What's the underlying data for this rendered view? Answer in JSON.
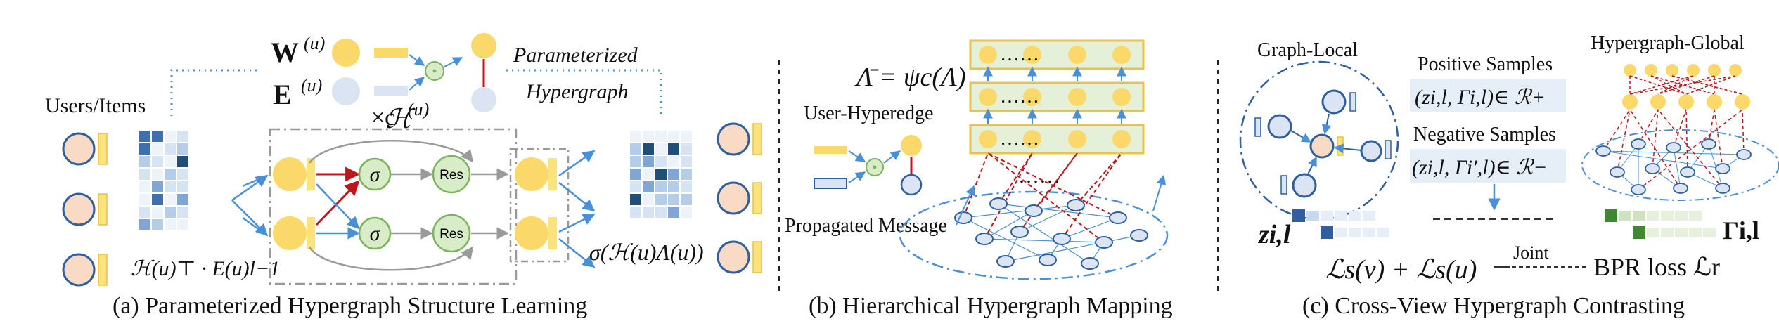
{
  "panels": {
    "a": {
      "caption": "(a) Parameterized Hypergraph Structure Learning",
      "users_items": "Users/Items",
      "w_label": "W",
      "e_label": "E",
      "sup_u": "(u)",
      "h_label": "ℋ",
      "times_c": "×c",
      "sigma": "σ",
      "res": "Res",
      "param_1": "Parameterized",
      "param_2": "Hypergraph",
      "formula_left": "ℋ(u)⊤ · E(u)l−1",
      "formula_right": "σ(ℋ(u)Λ(u))"
    },
    "b": {
      "caption": "(b) Hierarchical Hypergraph Mapping",
      "lambda_eq": "Λ̄ = ψc(Λ)",
      "user_hyperedge": "User-Hyperedge",
      "propagated": "Propagated Message",
      "dots": "……"
    },
    "c": {
      "caption": "(c) Cross-View Hypergraph Contrasting",
      "graph_local": "Graph-Local",
      "hypergraph_global": "Hypergraph-Global",
      "positive": "Positive Samples",
      "pos_formula": "(zi,l, Γi,l)∈ ℛ+",
      "negative": "Negative Samples",
      "neg_formula": "(zi,l, Γi′,l)∈ ℛ−",
      "z_label": "zi,l",
      "gamma_label": "Γi,l",
      "loss_formula": "ℒs(v) + ℒs(u)",
      "joint": "Joint",
      "bpr": "BPR loss ℒr"
    }
  },
  "colors": {
    "node_fill": "#fbd86a",
    "peach": "#f9dac4",
    "bar_yellow": "#fbe27a",
    "blue_line": "#4a90d9",
    "blue_edge": "#2f5f9e",
    "green_fill": "#d8ecc8",
    "green_edge": "#7cb35d",
    "red": "#c0161b",
    "heat_dark": "#1f4e79"
  }
}
